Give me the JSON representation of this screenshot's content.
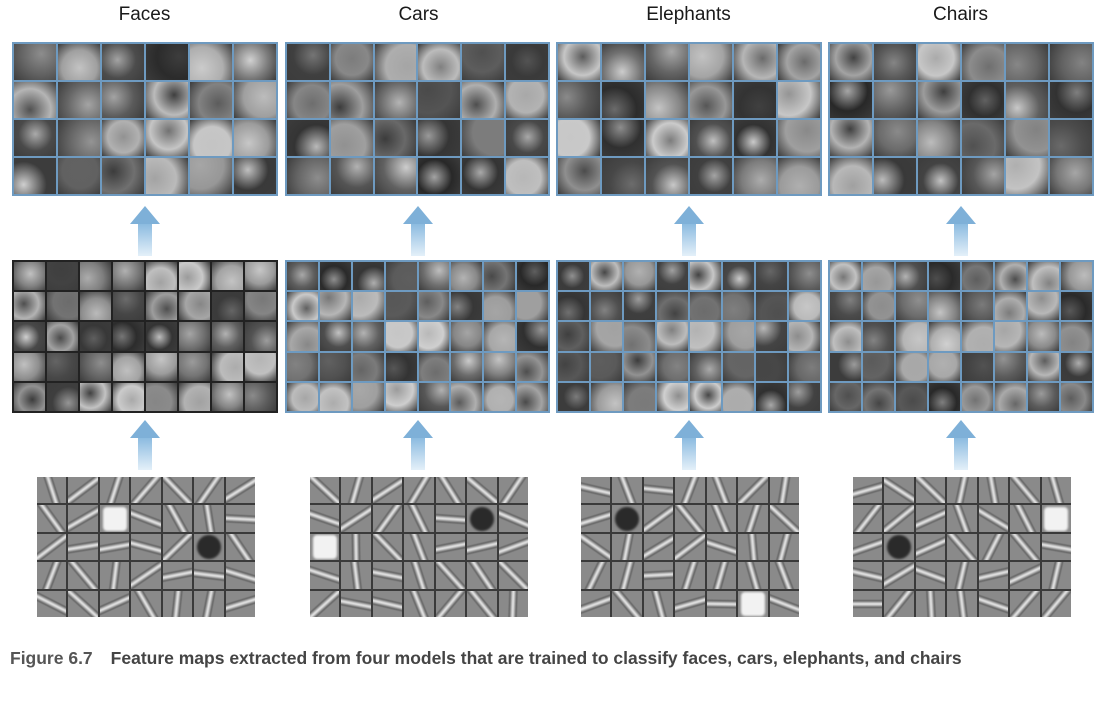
{
  "columns": [
    {
      "title": "Faces"
    },
    {
      "title": "Cars"
    },
    {
      "title": "Elephants"
    },
    {
      "title": "Chairs"
    }
  ],
  "caption": {
    "figure_label": "Figure 6.7",
    "text": "Feature maps extracted from four models that are trained to classify faces, cars, elephants, and chairs"
  }
}
